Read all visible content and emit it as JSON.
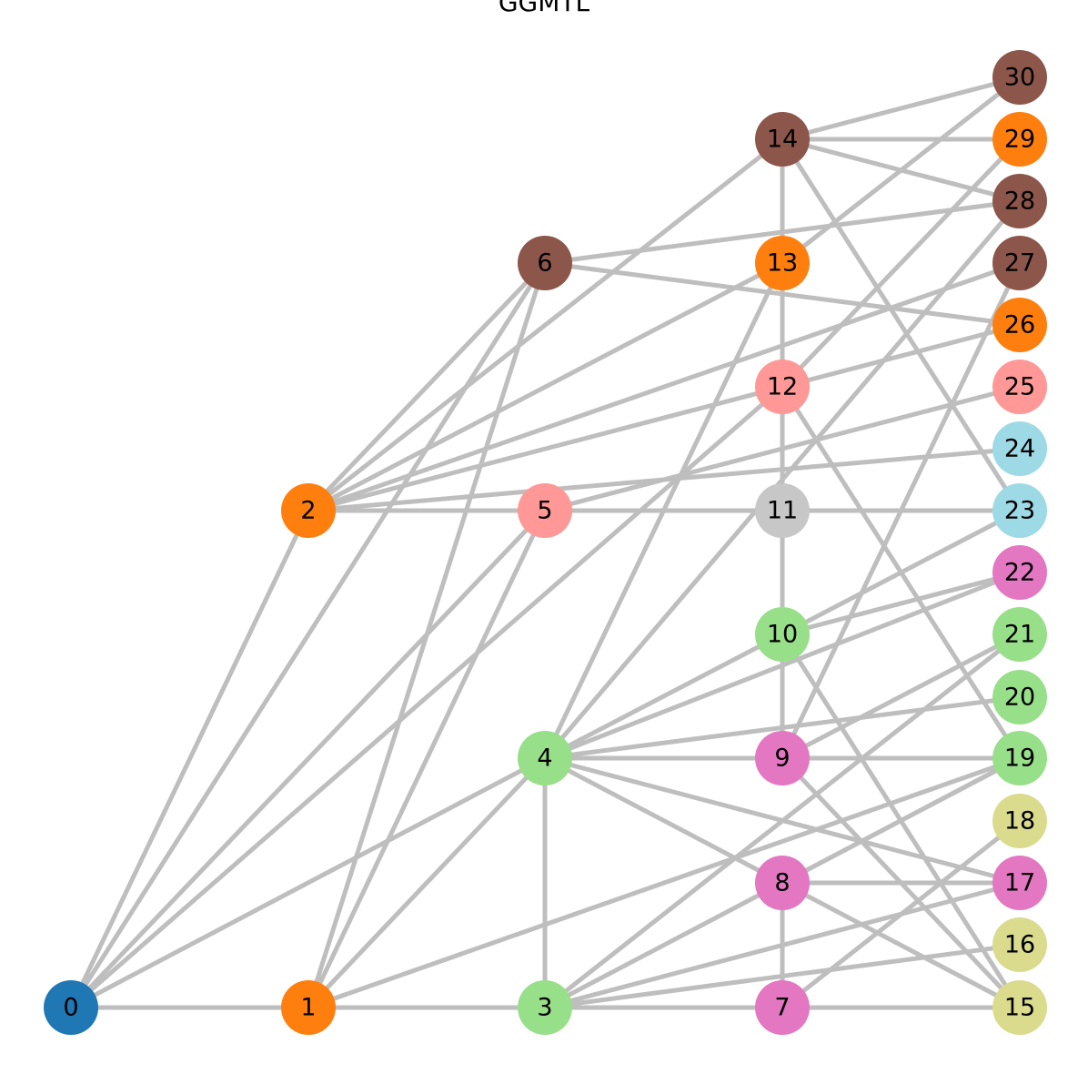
{
  "title": "GGMTL",
  "nodes": [
    {
      "id": "0",
      "label": "0",
      "color": "#1f77b4"
    },
    {
      "id": "1",
      "label": "1",
      "color": "#ff7f0e"
    },
    {
      "id": "2",
      "label": "2",
      "color": "#ff7f0e"
    },
    {
      "id": "3",
      "label": "3",
      "color": "#98df8a"
    },
    {
      "id": "4",
      "label": "4",
      "color": "#98df8a"
    },
    {
      "id": "5",
      "label": "5",
      "color": "#ff9896"
    },
    {
      "id": "6",
      "label": "6",
      "color": "#8c564b"
    },
    {
      "id": "7",
      "label": "7",
      "color": "#e377c2"
    },
    {
      "id": "8",
      "label": "8",
      "color": "#e377c2"
    },
    {
      "id": "9",
      "label": "9",
      "color": "#e377c2"
    },
    {
      "id": "10",
      "label": "10",
      "color": "#98df8a"
    },
    {
      "id": "11",
      "label": "11",
      "color": "#c7c7c7"
    },
    {
      "id": "12",
      "label": "12",
      "color": "#ff9896"
    },
    {
      "id": "13",
      "label": "13",
      "color": "#ff7f0e"
    },
    {
      "id": "14",
      "label": "14",
      "color": "#8c564b"
    },
    {
      "id": "15",
      "label": "15",
      "color": "#dbdb8d"
    },
    {
      "id": "16",
      "label": "16",
      "color": "#dbdb8d"
    },
    {
      "id": "17",
      "label": "17",
      "color": "#e377c2"
    },
    {
      "id": "18",
      "label": "18",
      "color": "#dbdb8d"
    },
    {
      "id": "19",
      "label": "19",
      "color": "#98df8a"
    },
    {
      "id": "20",
      "label": "20",
      "color": "#98df8a"
    },
    {
      "id": "21",
      "label": "21",
      "color": "#98df8a"
    },
    {
      "id": "22",
      "label": "22",
      "color": "#e377c2"
    },
    {
      "id": "23",
      "label": "23",
      "color": "#9edae5"
    },
    {
      "id": "24",
      "label": "24",
      "color": "#9edae5"
    },
    {
      "id": "25",
      "label": "25",
      "color": "#ff9896"
    },
    {
      "id": "26",
      "label": "26",
      "color": "#ff7f0e"
    },
    {
      "id": "27",
      "label": "27",
      "color": "#8c564b"
    },
    {
      "id": "28",
      "label": "28",
      "color": "#8c564b"
    },
    {
      "id": "29",
      "label": "29",
      "color": "#ff7f0e"
    },
    {
      "id": "30",
      "label": "30",
      "color": "#8c564b"
    }
  ],
  "edges": [
    [
      "0",
      "1"
    ],
    [
      "0",
      "2"
    ],
    [
      "0",
      "4"
    ],
    [
      "0",
      "5"
    ],
    [
      "0",
      "6"
    ],
    [
      "0",
      "12"
    ],
    [
      "1",
      "3"
    ],
    [
      "1",
      "6"
    ],
    [
      "1",
      "4"
    ],
    [
      "1",
      "19"
    ],
    [
      "1",
      "5"
    ],
    [
      "2",
      "5"
    ],
    [
      "2",
      "6"
    ],
    [
      "2",
      "14"
    ],
    [
      "2",
      "13"
    ],
    [
      "2",
      "26"
    ],
    [
      "2",
      "24"
    ],
    [
      "2",
      "27"
    ],
    [
      "3",
      "4"
    ],
    [
      "3",
      "7"
    ],
    [
      "3",
      "16"
    ],
    [
      "3",
      "17"
    ],
    [
      "3",
      "19"
    ],
    [
      "3",
      "21"
    ],
    [
      "4",
      "9"
    ],
    [
      "4",
      "8"
    ],
    [
      "4",
      "13"
    ],
    [
      "4",
      "10"
    ],
    [
      "4",
      "20"
    ],
    [
      "4",
      "22"
    ],
    [
      "4",
      "17"
    ],
    [
      "4",
      "28"
    ],
    [
      "5",
      "11"
    ],
    [
      "5",
      "25"
    ],
    [
      "6",
      "26"
    ],
    [
      "6",
      "28"
    ],
    [
      "7",
      "8"
    ],
    [
      "7",
      "15"
    ],
    [
      "7",
      "18"
    ],
    [
      "8",
      "17"
    ],
    [
      "8",
      "15"
    ],
    [
      "8",
      "19"
    ],
    [
      "9",
      "10"
    ],
    [
      "9",
      "19"
    ],
    [
      "9",
      "15"
    ],
    [
      "9",
      "27"
    ],
    [
      "9",
      "21"
    ],
    [
      "10",
      "11"
    ],
    [
      "10",
      "23"
    ],
    [
      "10",
      "22"
    ],
    [
      "10",
      "15"
    ],
    [
      "11",
      "12"
    ],
    [
      "11",
      "23"
    ],
    [
      "12",
      "13"
    ],
    [
      "12",
      "19"
    ],
    [
      "12",
      "29"
    ],
    [
      "13",
      "14"
    ],
    [
      "13",
      "30"
    ],
    [
      "14",
      "29"
    ],
    [
      "14",
      "30"
    ],
    [
      "14",
      "28"
    ],
    [
      "14",
      "23"
    ]
  ]
}
